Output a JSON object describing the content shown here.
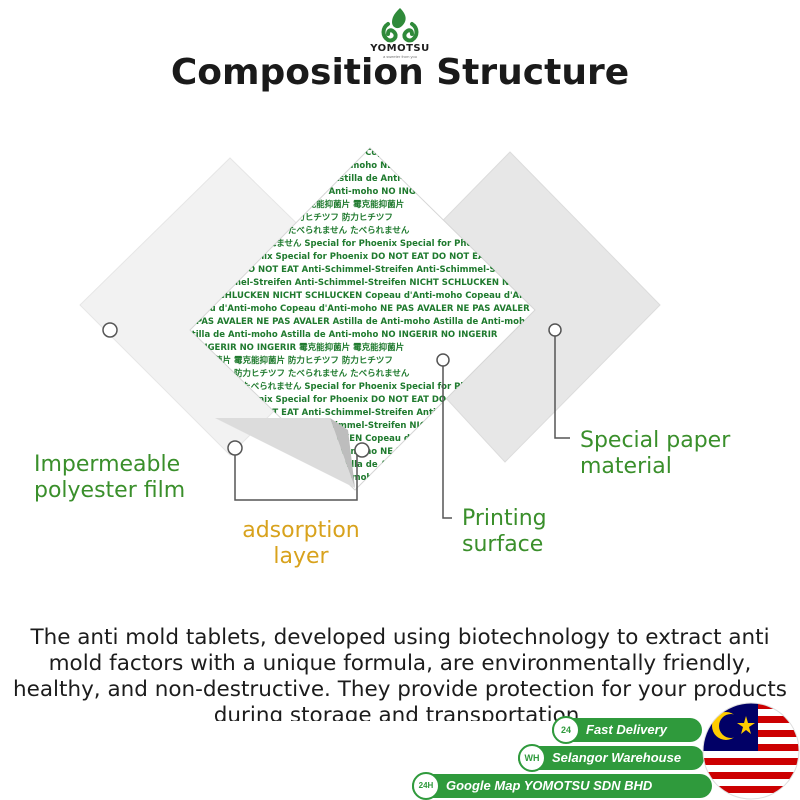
{
  "brand": {
    "name": "YOMOTSU",
    "tagline": "a sweeter from you"
  },
  "title": "Composition Structure",
  "labels": {
    "film": [
      "Impermeable",
      "polyester film"
    ],
    "adsorption": [
      "adsorption",
      "layer"
    ],
    "printing": [
      "Printing",
      "surface"
    ],
    "paper": [
      "Special paper",
      "material"
    ]
  },
  "tablet_text": {
    "lines": [
      "NICHT SCHLUCKEN",
      "Copeau d'Anti-moho",
      "NE PAS AVALER",
      "Astilla de Anti-moho",
      "NO INGERIR",
      "霉克能抑菌片",
      "防力ヒチツフ",
      "たべられません",
      "Special for Phoenix",
      "DO NOT EAT",
      "Anti-Schimmel-Streifen"
    ]
  },
  "description": "The anti mold tablets, developed using biotechnology to extract anti mold factors with a unique formula, are environmentally friendly, healthy, and non-destructive. They provide protection for your products during storage and transportation.",
  "badges": {
    "delivery": {
      "icon_text": "24",
      "label": "Fast Delivery"
    },
    "warehouse": {
      "icon_text": "WH",
      "label": "Selangor Warehouse"
    },
    "map": {
      "icon_text": "24H",
      "label": "Google Map YOMOTSU SDN BHD"
    }
  },
  "colors": {
    "label_green": "#3a8f2b",
    "label_orange": "#d8a21c",
    "print_green": "#1f7a2e",
    "badge_green": "#2f9a3c"
  },
  "icons": {
    "logo": "yomotsu-logo-icon",
    "flag": "malaysia-flag-icon",
    "clock": "clock-24-icon",
    "warehouse": "warehouse-icon",
    "truck": "truck-24h-icon"
  }
}
